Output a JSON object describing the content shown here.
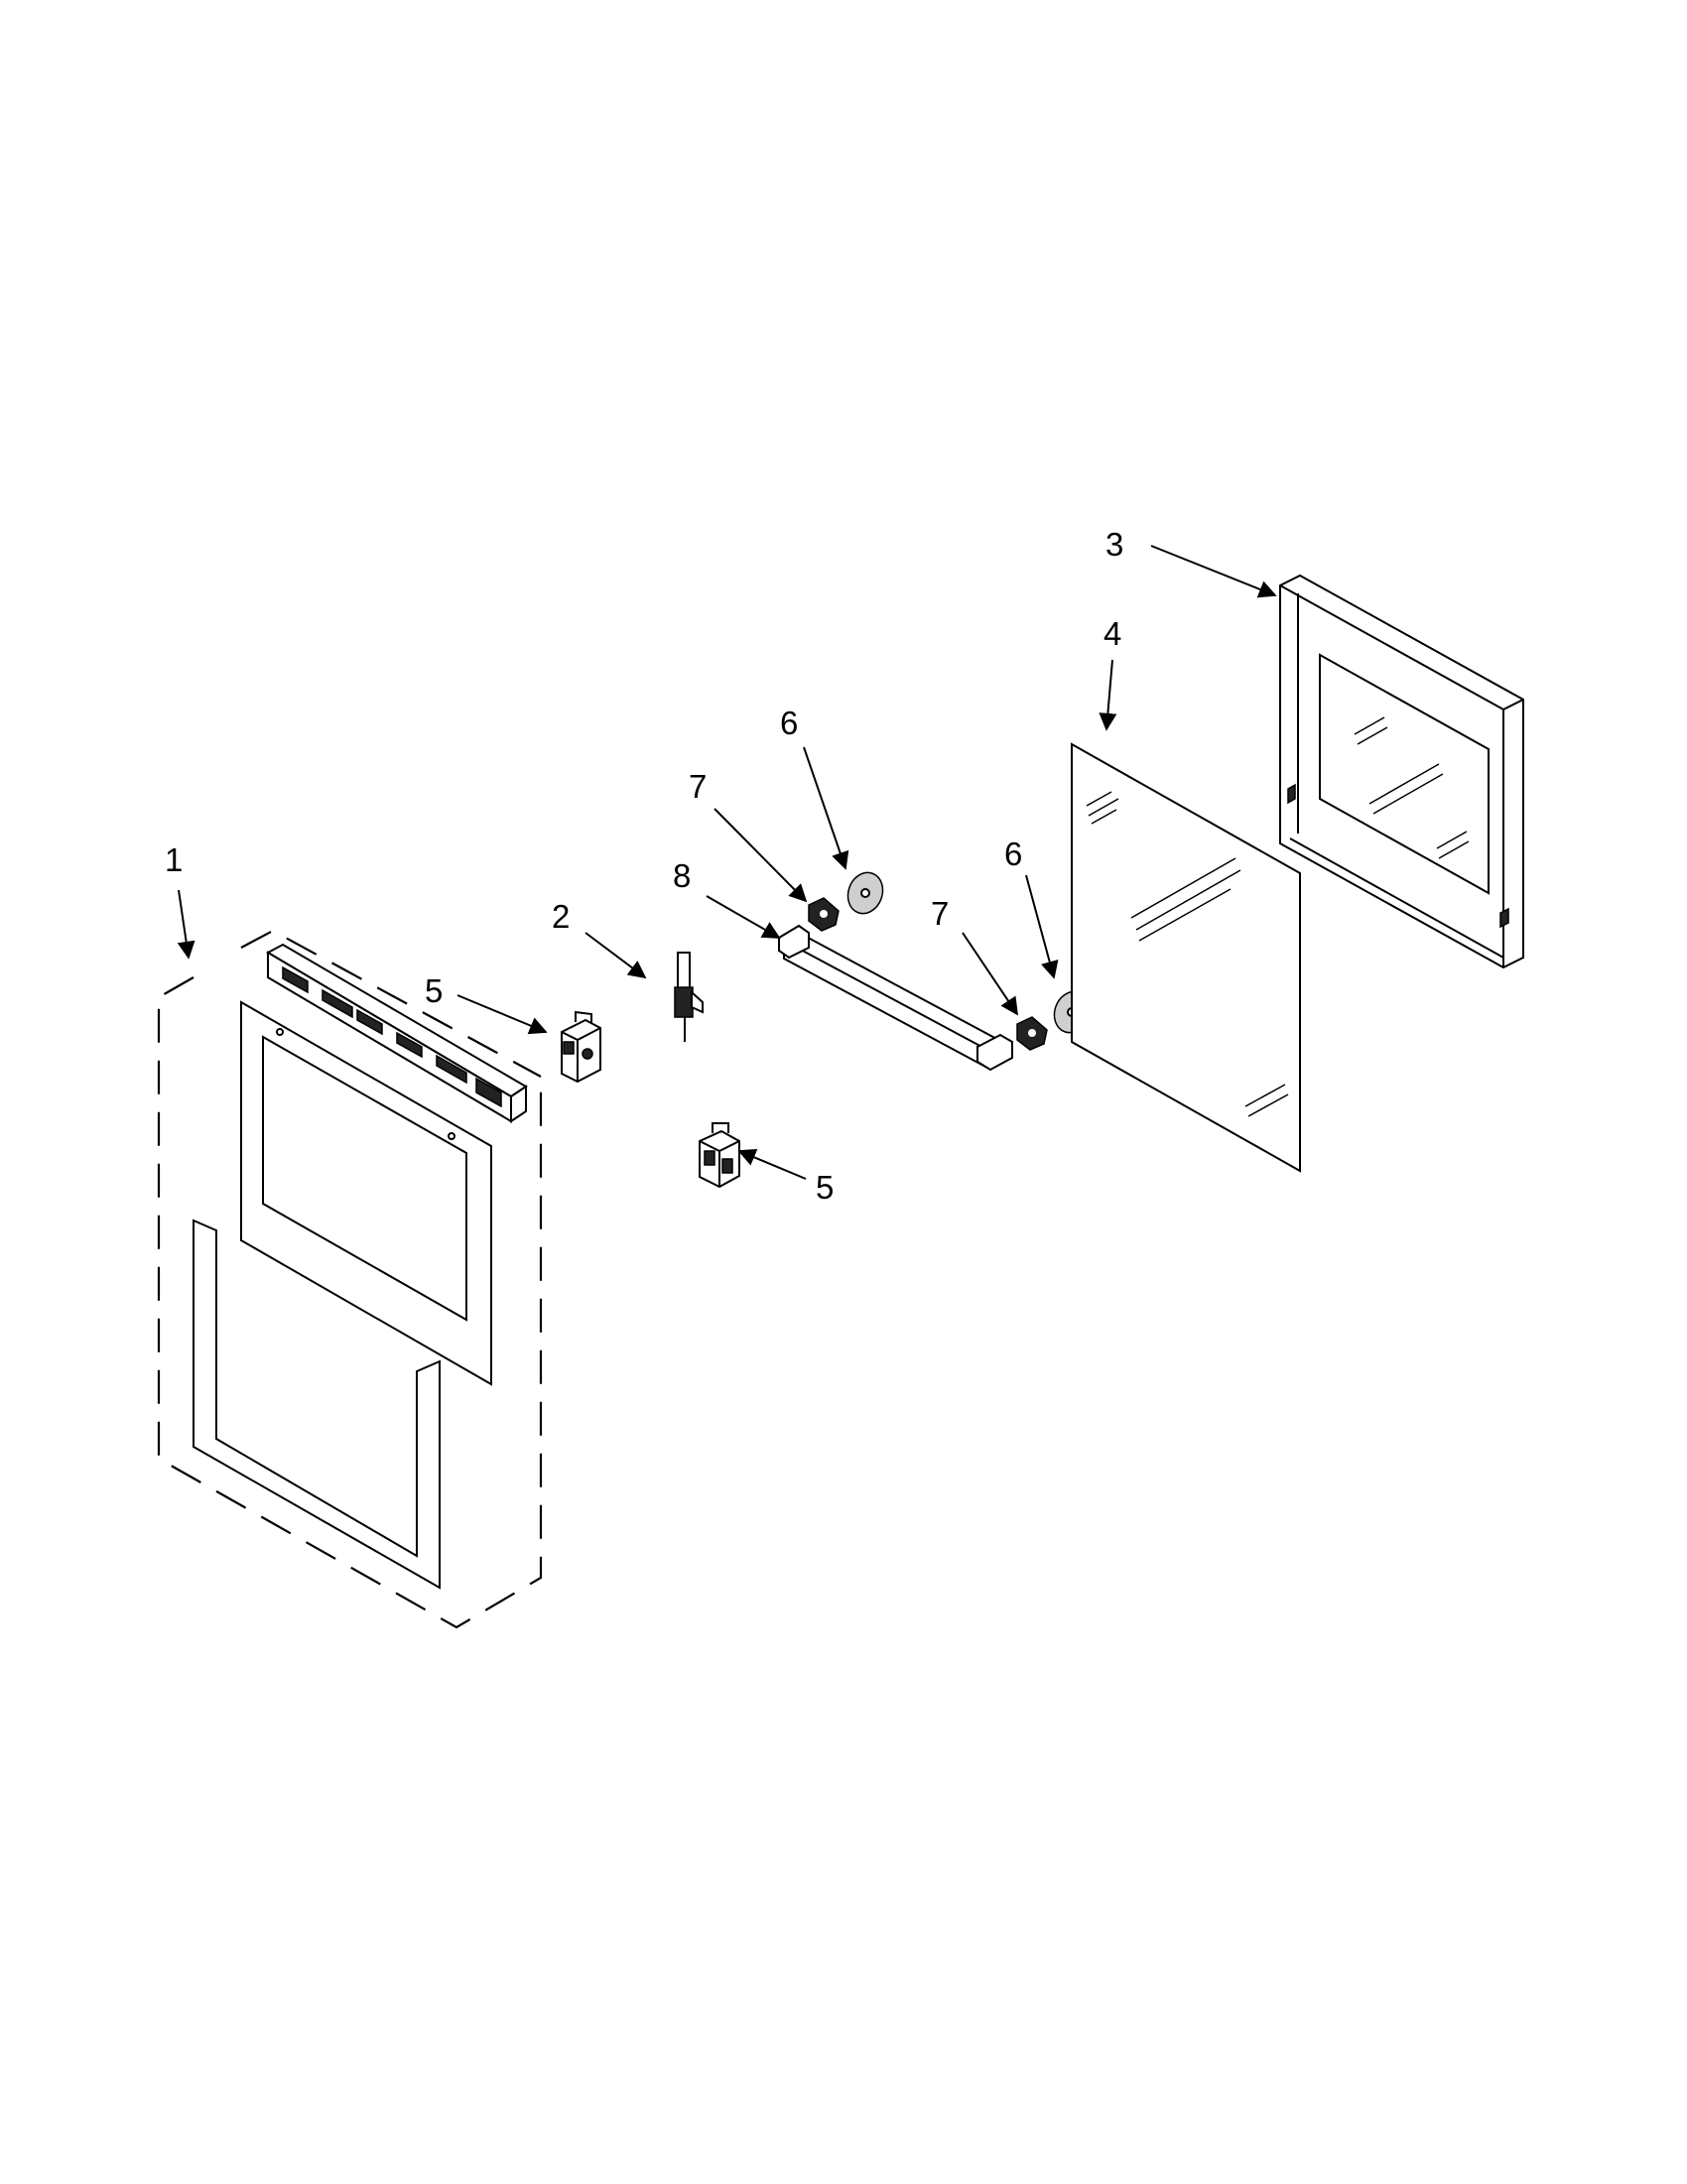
{
  "callouts": [
    {
      "id": "1",
      "label": "1"
    },
    {
      "id": "2",
      "label": "2"
    },
    {
      "id": "3",
      "label": "3"
    },
    {
      "id": "4",
      "label": "4"
    },
    {
      "id": "5a",
      "label": "5"
    },
    {
      "id": "5b",
      "label": "5"
    },
    {
      "id": "6a",
      "label": "6"
    },
    {
      "id": "6b",
      "label": "6"
    },
    {
      "id": "7a",
      "label": "7"
    },
    {
      "id": "7b",
      "label": "7"
    },
    {
      "id": "8",
      "label": "8"
    }
  ]
}
